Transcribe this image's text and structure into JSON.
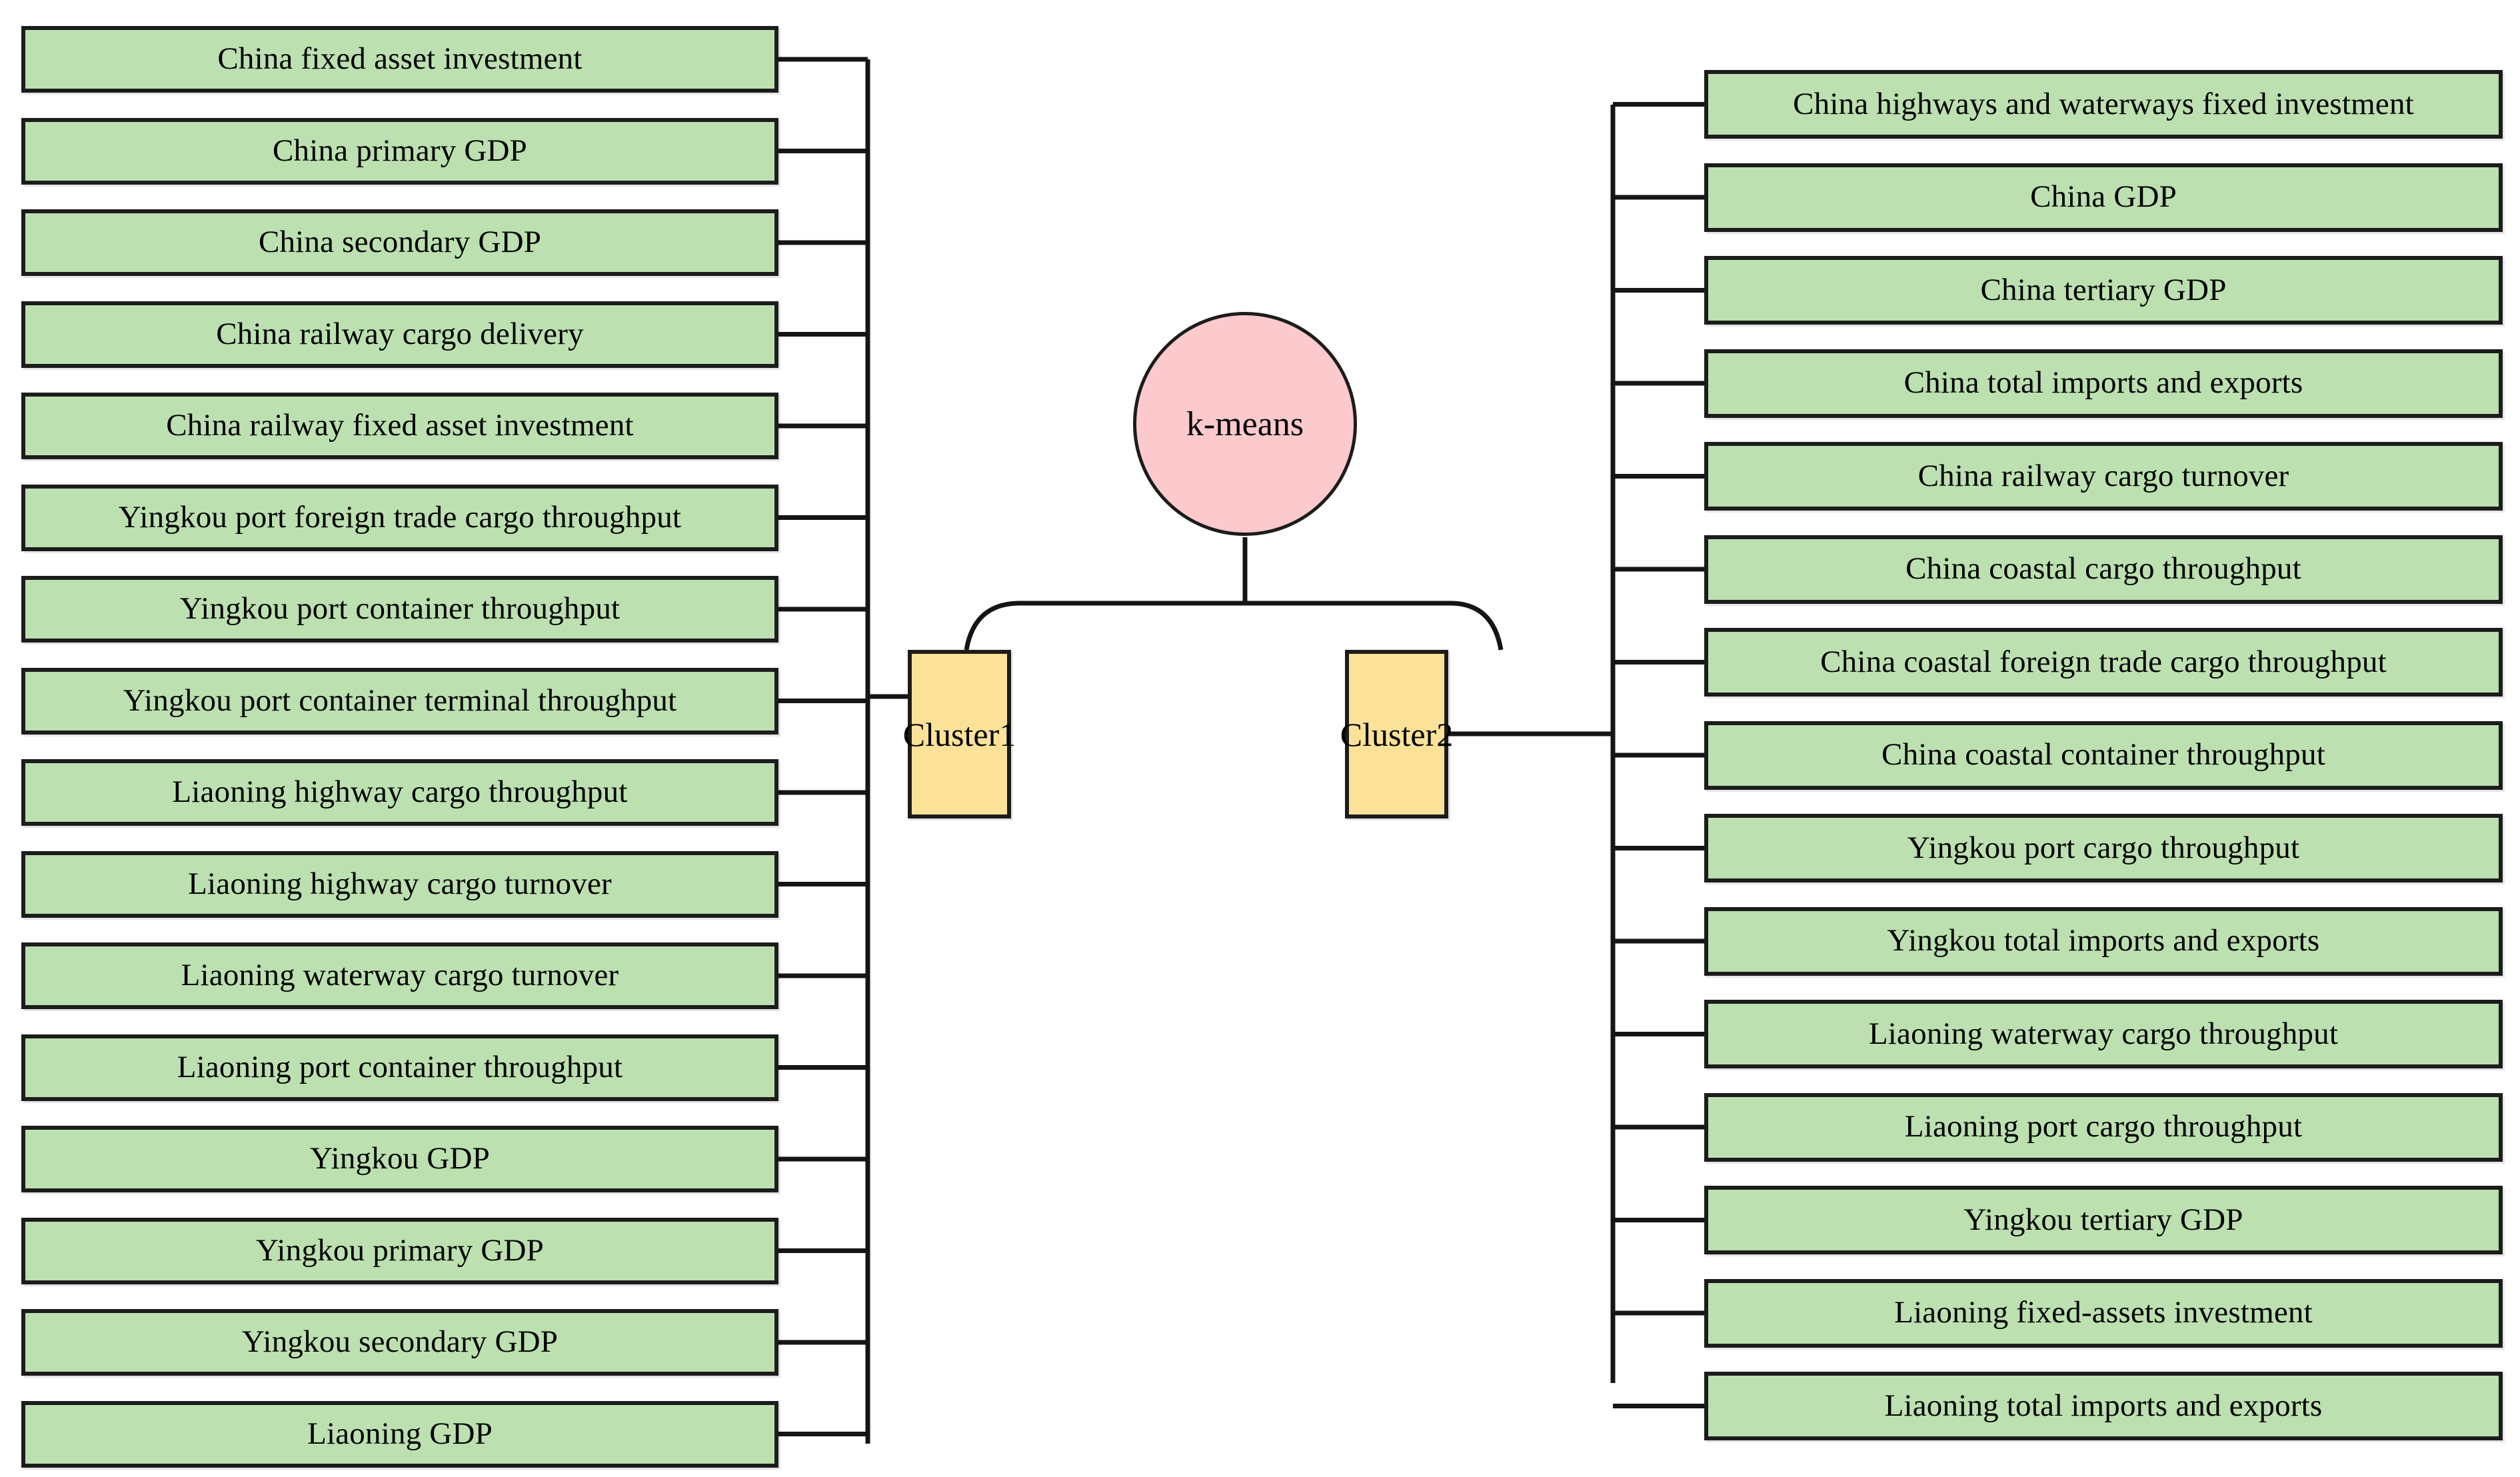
{
  "diagram": {
    "title": "k-means clustering of transport and economic indicators",
    "root": {
      "label": "k-means",
      "shape": "ellipse",
      "color": "#fcc9cd"
    },
    "clusters": [
      {
        "id": "cluster1",
        "label": "Cluster1",
        "color": "#fce298",
        "side": "left",
        "items": [
          "China fixed asset investment",
          "China primary GDP",
          "China secondary GDP",
          "China railway cargo delivery",
          "China railway fixed asset investment",
          "Yingkou port foreign trade cargo throughput",
          "Yingkou port container throughput",
          "Yingkou port container terminal throughput",
          "Liaoning highway cargo throughput",
          "Liaoning highway cargo turnover",
          "Liaoning waterway cargo turnover",
          "Liaoning port container throughput",
          "Yingkou GDP",
          "Yingkou primary GDP",
          "Yingkou secondary GDP",
          "Liaoning GDP"
        ]
      },
      {
        "id": "cluster2",
        "label": "Cluster2",
        "color": "#fce298",
        "side": "right",
        "items": [
          "China highways and waterways fixed investment",
          "China GDP",
          "China tertiary GDP",
          "China total imports and exports",
          "China railway cargo turnover",
          "China coastal cargo throughput",
          "China coastal foreign trade cargo throughput",
          "China coastal container throughput",
          "Yingkou port cargo throughput",
          "Yingkou total imports and exports",
          "Liaoning waterway cargo throughput",
          "Liaoning port cargo throughput",
          "Yingkou tertiary GDP",
          "Liaoning fixed-assets investment",
          "Liaoning total imports and exports"
        ]
      }
    ],
    "colors": {
      "leaf_fill": "#bce0b0",
      "cluster_fill": "#fce298",
      "root_fill": "#fcc9cd",
      "stroke": "#1c1c1c",
      "background": "#ffffff"
    }
  }
}
